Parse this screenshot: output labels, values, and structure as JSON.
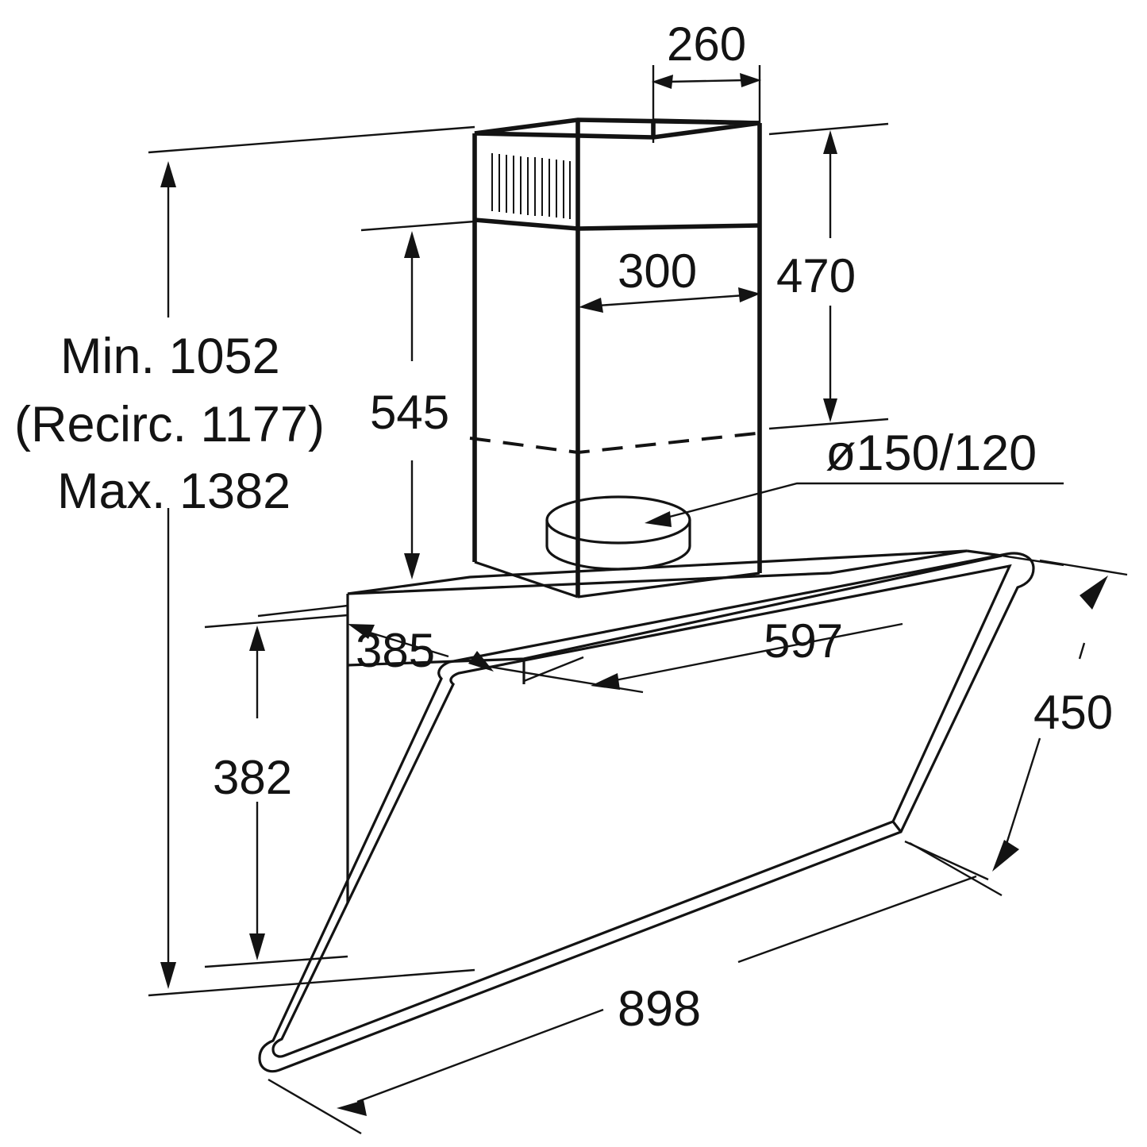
{
  "drawing": {
    "title": "Range hood dimensioned technical drawing",
    "units": "mm",
    "line_color": "#131313",
    "background_color": "#ffffff"
  },
  "dimensions": {
    "chimney_top_depth": "260",
    "chimney_width": "300",
    "chimney_upper_height": "470",
    "total_height_min": "Min. 1052",
    "total_height_recirc": "(Recirc. 1177)",
    "total_height_max": "Max. 1382",
    "chimney_total_height": "545",
    "duct_diameter": "ø150/120",
    "canopy_depth": "385",
    "canopy_width": "597",
    "body_height": "382",
    "glass_panel_height": "450",
    "glass_panel_width": "898"
  },
  "labels": [
    {
      "id": "dim-260",
      "text": "260"
    },
    {
      "id": "dim-300",
      "text": "300"
    },
    {
      "id": "dim-470",
      "text": "470"
    },
    {
      "id": "dim-min-1052",
      "text": "Min. 1052"
    },
    {
      "id": "dim-recirc-1177",
      "text": "(Recirc. 1177)"
    },
    {
      "id": "dim-max-1382",
      "text": "Max. 1382"
    },
    {
      "id": "dim-545",
      "text": "545"
    },
    {
      "id": "dim-duct",
      "text": "ø150/120"
    },
    {
      "id": "dim-385",
      "text": "385"
    },
    {
      "id": "dim-597",
      "text": "597"
    },
    {
      "id": "dim-382",
      "text": "382"
    },
    {
      "id": "dim-450",
      "text": "450"
    },
    {
      "id": "dim-898",
      "text": "898"
    }
  ]
}
